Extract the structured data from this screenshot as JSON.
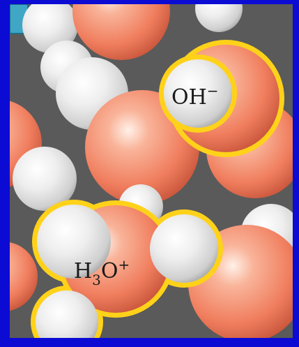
{
  "labels": {
    "hydroxide": "OH",
    "hydroxide_charge": "−",
    "hydronium_main": "H",
    "hydronium_sub": "3",
    "hydronium_o": "O",
    "hydronium_charge": "+"
  },
  "colors": {
    "background": "#0b0bd4",
    "void": "#5a5a5a",
    "oxygen": "#f28a6a",
    "hydrogen": "#e6e6e6",
    "ion_outline": "#ffd21a",
    "tab": "#3fa6c6"
  }
}
